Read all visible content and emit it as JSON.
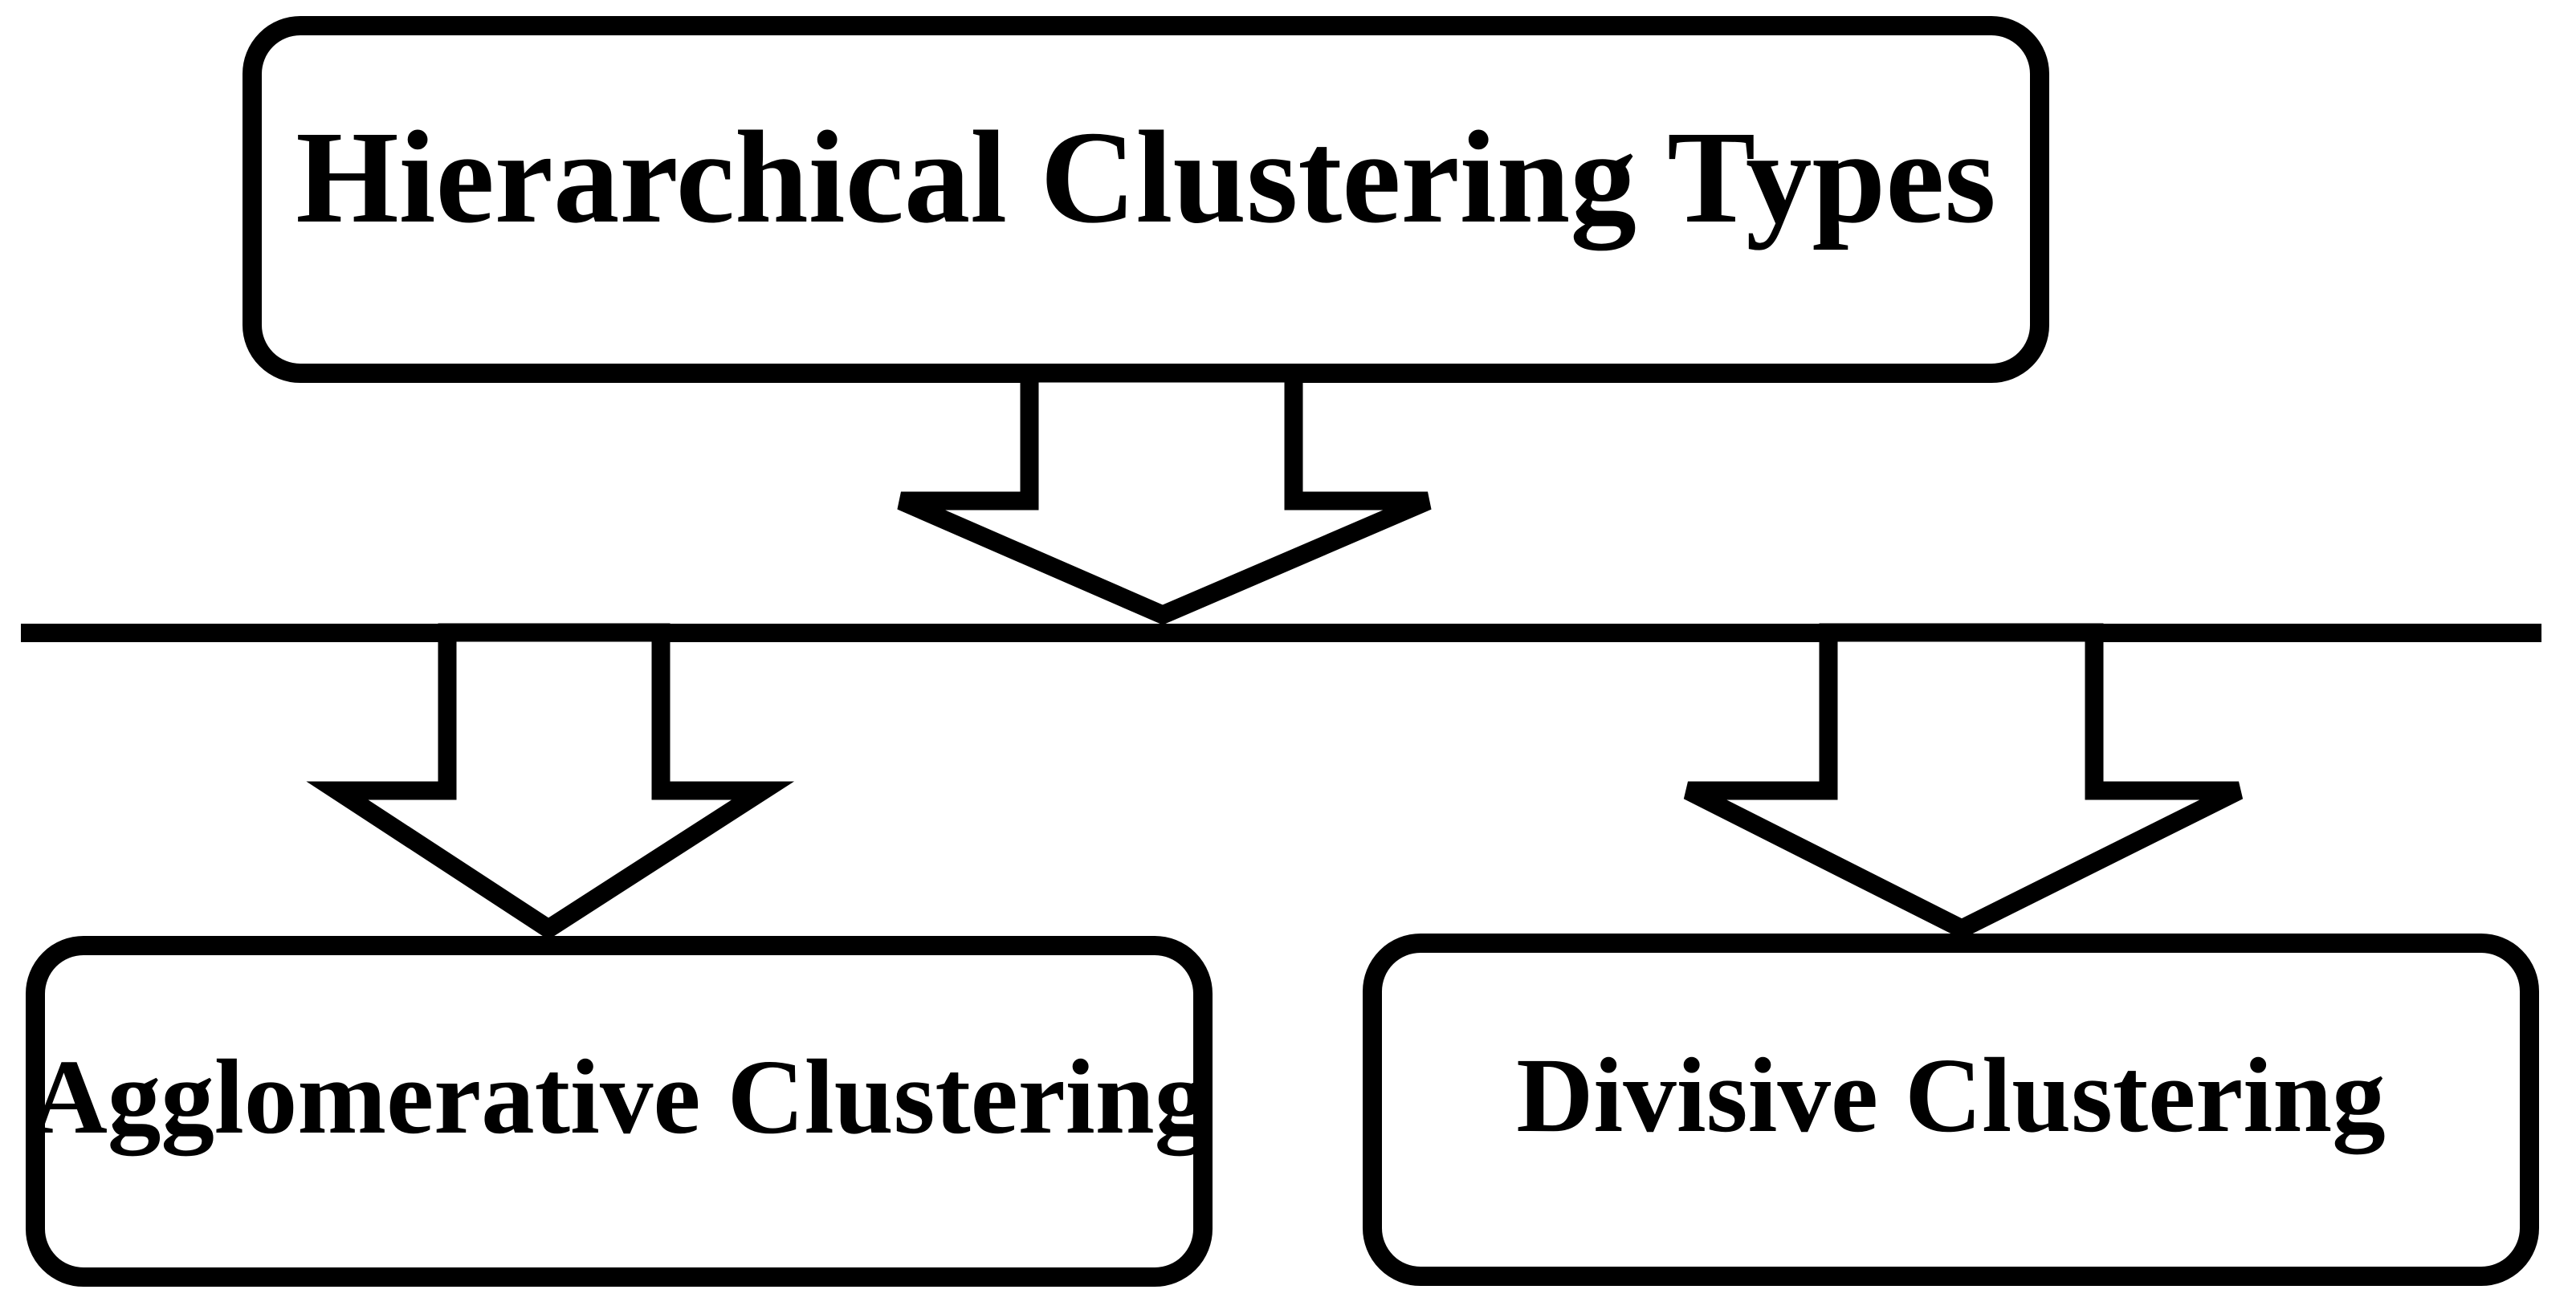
{
  "figure": {
    "title": "Hierarchical Clustering Types diagram",
    "background_color": "#ffffff",
    "stroke_color": "#000000",
    "nodes": {
      "root": {
        "label": "Hierarchical Clustering Types"
      },
      "children": [
        {
          "label": "Agglomerative Clustering"
        },
        {
          "label": "Divisive Clustering"
        }
      ]
    },
    "connectors": {
      "top_arrow": "block-arrow-down from root to branch line",
      "left_arrow": "block-arrow-down from branch line to Agglomerative Clustering",
      "right_arrow": "block-arrow-down from branch line to Divisive Clustering",
      "branch_line": "horizontal rule spanning page width"
    }
  }
}
